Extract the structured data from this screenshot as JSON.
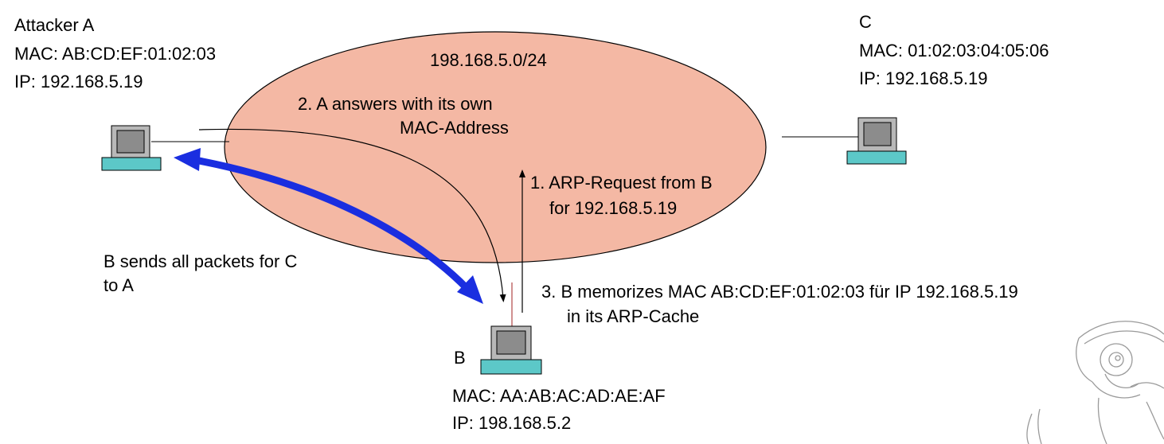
{
  "network": {
    "label": "198.168.5.0/24",
    "fill": "#f4b8a4"
  },
  "attacker": {
    "name": "Attacker A",
    "mac": "MAC: AB:CD:EF:01:02:03",
    "ip": "IP: 192.168.5.19"
  },
  "host_c": {
    "name": "C",
    "mac": "MAC: 01:02:03:04:05:06",
    "ip": "IP: 192.168.5.19"
  },
  "host_b": {
    "name": "B",
    "mac": "MAC: AA:AB:AC:AD:AE:AF",
    "ip": "IP: 198.168.5.2"
  },
  "steps": {
    "step1_line1": "1. ARP-Request from B",
    "step1_line2": "for 192.168.5.19",
    "step2_line1": "2. A answers with its own",
    "step2_line2": "MAC-Address",
    "step3_line1": "3. B memorizes MAC AB:CD:EF:01:02:03 für IP 192.168.5.19",
    "step3_line2": "in its ARP-Cache"
  },
  "redirect": {
    "line1": "B sends all packets for C",
    "line2": "to A",
    "color": "#1a2ee0"
  },
  "icons": {
    "computer": "computer-icon",
    "mascot": "cartoon-mascot-icon"
  }
}
